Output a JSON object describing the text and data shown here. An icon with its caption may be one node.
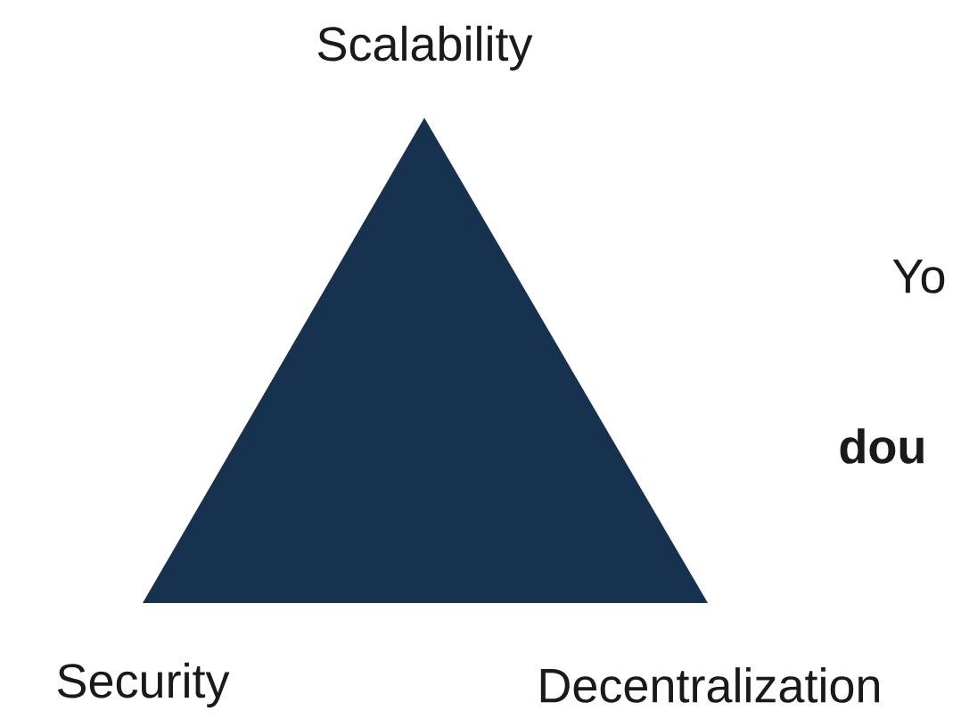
{
  "diagram": {
    "labels": [
      "Scalability",
      "Security",
      "Decentralization",
      "Yo",
      "dou"
    ]
  }
}
